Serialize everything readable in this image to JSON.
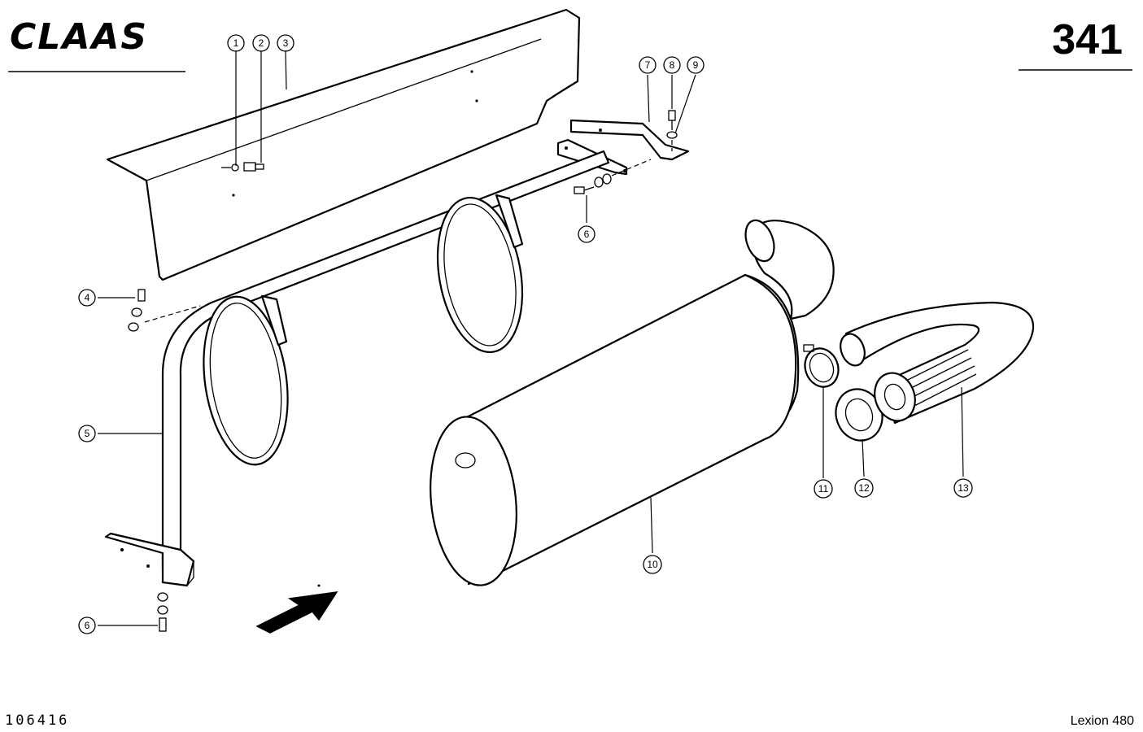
{
  "header": {
    "brand_logo_text": "CLAAS",
    "page_number": "341"
  },
  "footer": {
    "document_number": "106416",
    "model_name": "Lexion 480"
  },
  "callouts": [
    "1",
    "2",
    "3",
    "4",
    "5",
    "6",
    "6",
    "7",
    "8",
    "9",
    "10",
    "11",
    "12",
    "13"
  ]
}
